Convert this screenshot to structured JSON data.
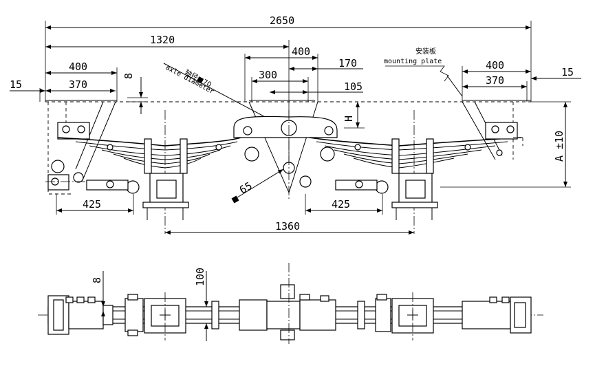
{
  "dimensions": {
    "overall_length": "2650",
    "half_length": "1320",
    "left_bracket_width": "400",
    "left_bracket_inner": "370",
    "left_offset": "15",
    "right_bracket_width": "400",
    "right_bracket_inner": "370",
    "right_offset": "15",
    "top_gap": "8",
    "center_bracket_width": "400",
    "center_offset_170": "170",
    "center_300": "300",
    "center_105": "105",
    "left_spring_425": "425",
    "right_spring_425": "425",
    "axle_spacing": "1360",
    "bolt_65": "65",
    "height_h": "H",
    "height_a": "A ±10",
    "plan_8": "8",
    "plan_100": "100"
  },
  "labels": {
    "mounting_plate_cn": "安装板",
    "mounting_plate_en": "mounting plate",
    "axle_diameter_cn": "轴径■70",
    "axle_diameter_en": "axle diameter"
  }
}
